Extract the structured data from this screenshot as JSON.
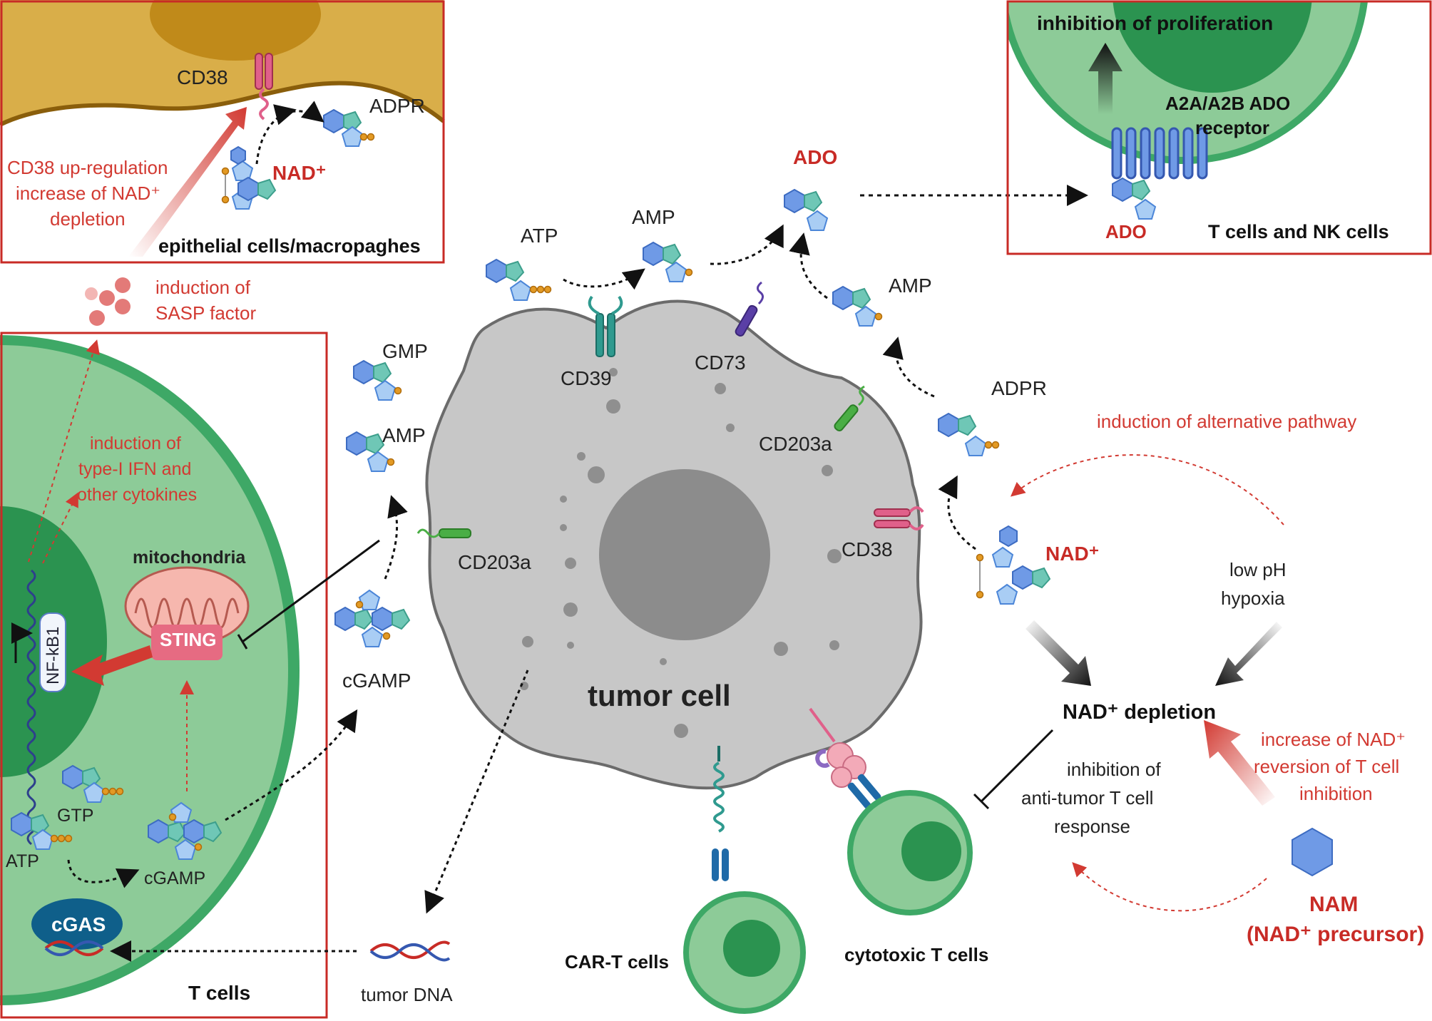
{
  "colors": {
    "red_accent": "#c82b26",
    "cell_green": "#3ea866",
    "cell_green_light": "#8dcb98",
    "cell_green_dark": "#2b9350",
    "tumor_gray": "#c7c7c7",
    "tumor_nucleus": "#8c8c8c",
    "epithelial_tan": "#d9ae49",
    "epithelial_nucleus": "#c08a1a",
    "molecule_blue": "#6f9ae6",
    "molecule_teal": "#6fc7b6",
    "phosphate_orange": "#e39a24"
  },
  "top_left_box": {
    "cd38": "CD38",
    "adpr": "ADPR",
    "nad": "NAD⁺",
    "note_line1": "CD38 up-regulation",
    "note_line2": "increase of NAD⁺",
    "note_line3": "depletion",
    "caption": "epithelial cells/macropaghes"
  },
  "sasp": {
    "line1": "induction of",
    "line2": "SASP factor"
  },
  "tcell_box": {
    "ifn_line1": "induction of",
    "ifn_line2": "type-I IFN and",
    "ifn_line3": "other cytokines",
    "mitochondria": "mitochondria",
    "sting": "STING",
    "nfkb": "NF-kB1",
    "gtp": "GTP",
    "atp": "ATP",
    "cgamp": "cGAMP",
    "cgas": "cGAS",
    "caption": "T cells"
  },
  "middle": {
    "gmp": "GMP",
    "amp_left": "AMP",
    "cgamp": "cGAMP",
    "atp": "ATP",
    "amp_top": "AMP",
    "ado": "ADO",
    "amp_right": "AMP",
    "adpr": "ADPR",
    "nad": "NAD⁺",
    "cd39": "CD39",
    "cd73": "CD73",
    "cd203a_right": "CD203a",
    "cd203a_left": "CD203a",
    "cd38": "CD38",
    "tumor_cell": "tumor cell",
    "tumor_dna": "tumor DNA",
    "car_t": "CAR-T cells",
    "cytotoxic": "cytotoxic T cells"
  },
  "top_right_box": {
    "inhibition": "inhibition of proliferation",
    "receptor_line1": "A2A/A2B ADO",
    "receptor_line2": "receptor",
    "ado": "ADO",
    "caption": "T cells and NK cells"
  },
  "right": {
    "alt_pathway": "induction of alternative pathway",
    "low_ph": "low pH",
    "hypoxia": "hypoxia",
    "nad_depletion": "NAD⁺ depletion",
    "inhib_line1": "inhibition of",
    "inhib_line2": "anti-tumor T cell",
    "inhib_line3": "response",
    "increase_line1": "increase of NAD⁺",
    "increase_line2": "reversion of T cell",
    "increase_line3": "inhibition",
    "nam": "NAM",
    "nam_precursor": "(NAD⁺ precursor)"
  }
}
